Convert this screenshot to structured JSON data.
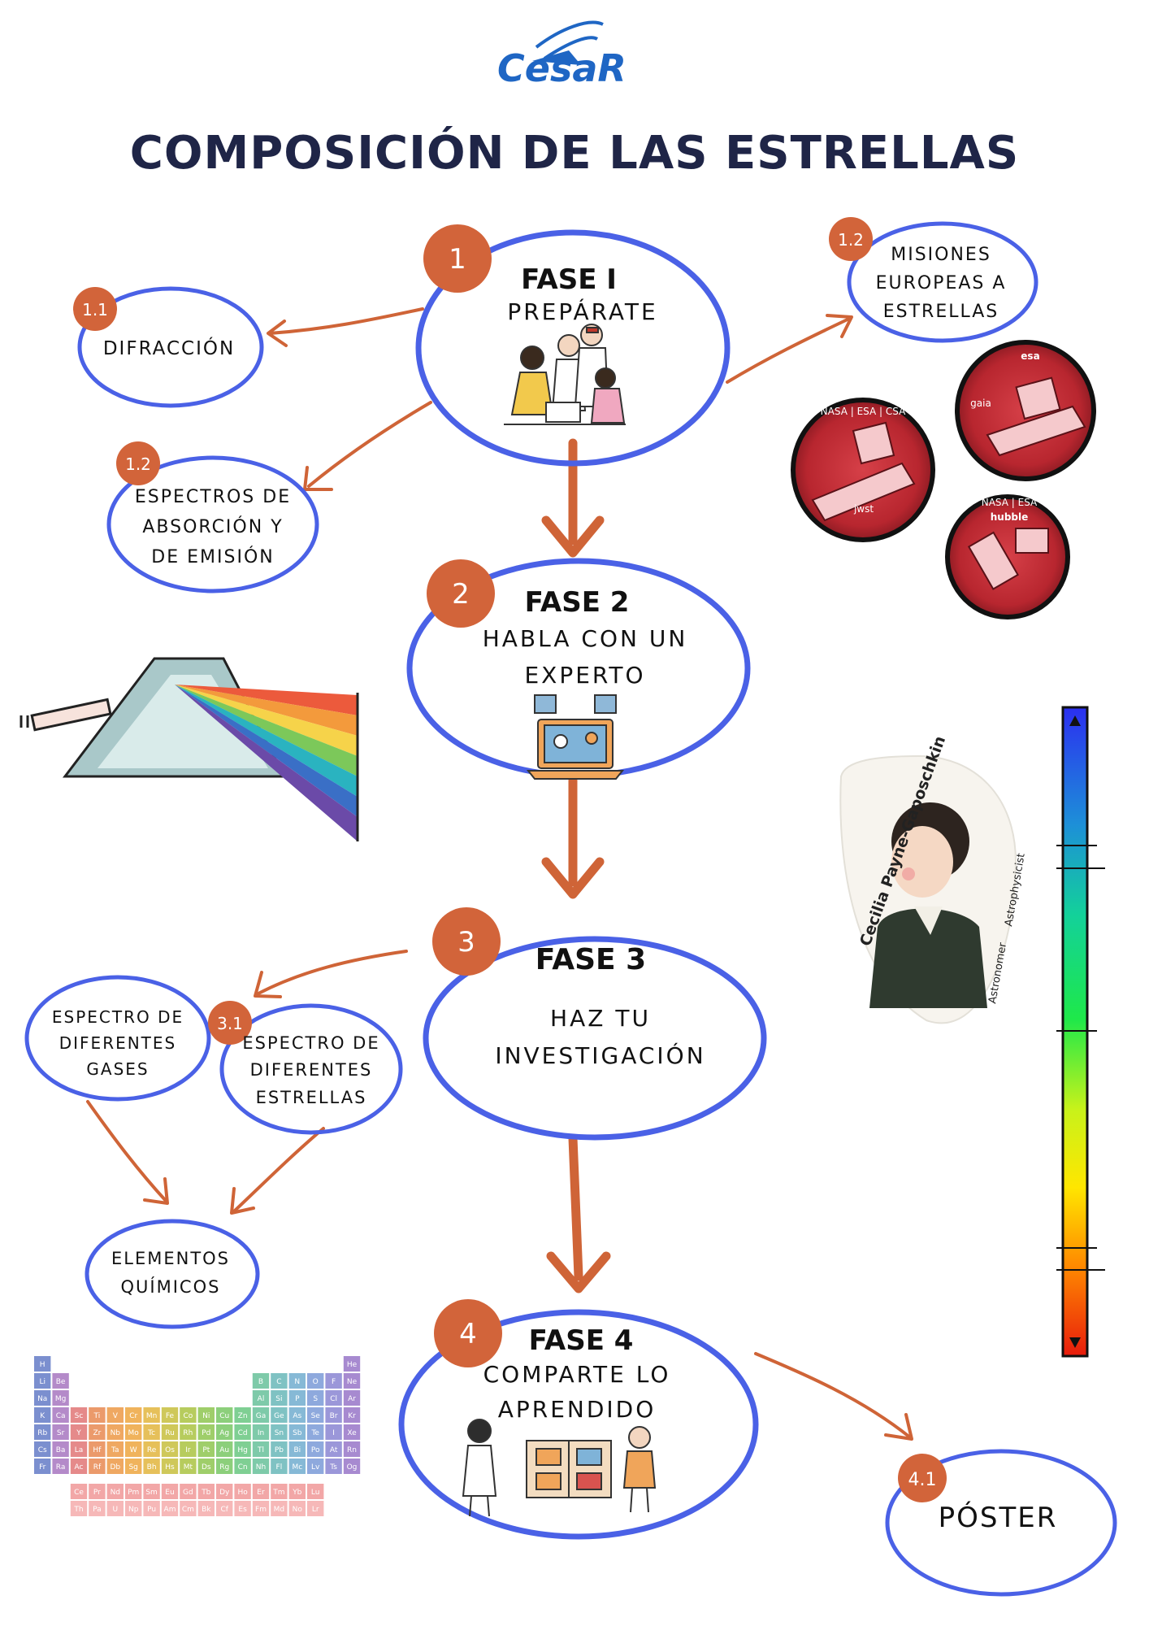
{
  "logo": {
    "text": "CesaR"
  },
  "title": "COMPOSICIÓN DE LAS ESTRELLAS",
  "phases": [
    {
      "badge": "1",
      "title": "FASE I",
      "subtitle": [
        "PREPÁRATE"
      ]
    },
    {
      "badge": "2",
      "title": "FASE 2",
      "subtitle": [
        "HABLA CON UN",
        "EXPERTO"
      ]
    },
    {
      "badge": "3",
      "title": "FASE 3",
      "subtitle": [
        "HAZ TU",
        "INVESTIGACIÓN"
      ]
    },
    {
      "badge": "4",
      "title": "FASE 4",
      "subtitle": [
        "COMPARTE LO",
        "APRENDIDO"
      ]
    }
  ],
  "subnodes": {
    "difraccion": {
      "badge": "1.1",
      "lines": [
        "DIFRACCIÓN"
      ]
    },
    "espectros": {
      "badge": "1.2",
      "lines": [
        "ESPECTROS DE",
        "ABSORCIÓN Y",
        "DE EMISIÓN"
      ]
    },
    "misiones": {
      "badge": "1.2",
      "lines": [
        "MISIONES",
        "EUROPEAS A",
        "ESTRELLAS"
      ]
    },
    "gases": {
      "lines": [
        "ESPECTRO DE",
        "DIFERENTES",
        "GASES"
      ]
    },
    "estrellas": {
      "badge": "3.1",
      "lines": [
        "ESPECTRO DE",
        "DIFERENTES",
        "ESTRELLAS"
      ]
    },
    "elementos": {
      "lines": [
        "ELEMENTOS",
        "QUÍMICOS"
      ]
    },
    "poster": {
      "badge": "4.1",
      "lines": [
        "PÓSTER"
      ]
    }
  },
  "missions": {
    "gaia": {
      "top": "esa",
      "name": "gaia"
    },
    "jwst": {
      "top": "NASA | ESA | CSA",
      "name": "jwst"
    },
    "hubble": {
      "top": "NASA | ESA",
      "name": "hubble"
    }
  },
  "sticker": {
    "name": "Cecilia Payne-Gaposchkin",
    "role1": "Astronomer",
    "role2": "Astrophysicist"
  },
  "periodic_table": {
    "rows": [
      [
        "H",
        "",
        "",
        "",
        "",
        "",
        "",
        "",
        "",
        "",
        "",
        "",
        "",
        "",
        "",
        "",
        "",
        "He"
      ],
      [
        "Li",
        "Be",
        "",
        "",
        "",
        "",
        "",
        "",
        "",
        "",
        "",
        "",
        "B",
        "C",
        "N",
        "O",
        "F",
        "Ne"
      ],
      [
        "Na",
        "Mg",
        "",
        "",
        "",
        "",
        "",
        "",
        "",
        "",
        "",
        "",
        "Al",
        "Si",
        "P",
        "S",
        "Cl",
        "Ar"
      ],
      [
        "K",
        "Ca",
        "Sc",
        "Ti",
        "V",
        "Cr",
        "Mn",
        "Fe",
        "Co",
        "Ni",
        "Cu",
        "Zn",
        "Ga",
        "Ge",
        "As",
        "Se",
        "Br",
        "Kr"
      ],
      [
        "Rb",
        "Sr",
        "Y",
        "Zr",
        "Nb",
        "Mo",
        "Tc",
        "Ru",
        "Rh",
        "Pd",
        "Ag",
        "Cd",
        "In",
        "Sn",
        "Sb",
        "Te",
        "I",
        "Xe"
      ],
      [
        "Cs",
        "Ba",
        "La",
        "Hf",
        "Ta",
        "W",
        "Re",
        "Os",
        "Ir",
        "Pt",
        "Au",
        "Hg",
        "Tl",
        "Pb",
        "Bi",
        "Po",
        "At",
        "Rn"
      ],
      [
        "Fr",
        "Ra",
        "Ac",
        "Rf",
        "Db",
        "Sg",
        "Bh",
        "Hs",
        "Mt",
        "Ds",
        "Rg",
        "Cn",
        "Nh",
        "Fl",
        "Mc",
        "Lv",
        "Ts",
        "Og"
      ]
    ],
    "lanthanides": [
      "Ce",
      "Pr",
      "Nd",
      "Pm",
      "Sm",
      "Eu",
      "Gd",
      "Tb",
      "Dy",
      "Ho",
      "Er",
      "Tm",
      "Yb",
      "Lu"
    ],
    "actinides": [
      "Th",
      "Pa",
      "U",
      "Np",
      "Pu",
      "Am",
      "Cm",
      "Bk",
      "Cf",
      "Es",
      "Fm",
      "Md",
      "No",
      "Lr"
    ]
  },
  "colors": {
    "ink": "#4a61e6",
    "arrow": "#cf6437",
    "badge": "#d2643a",
    "title": "#1f2547",
    "mission_red": "#b8262f"
  }
}
